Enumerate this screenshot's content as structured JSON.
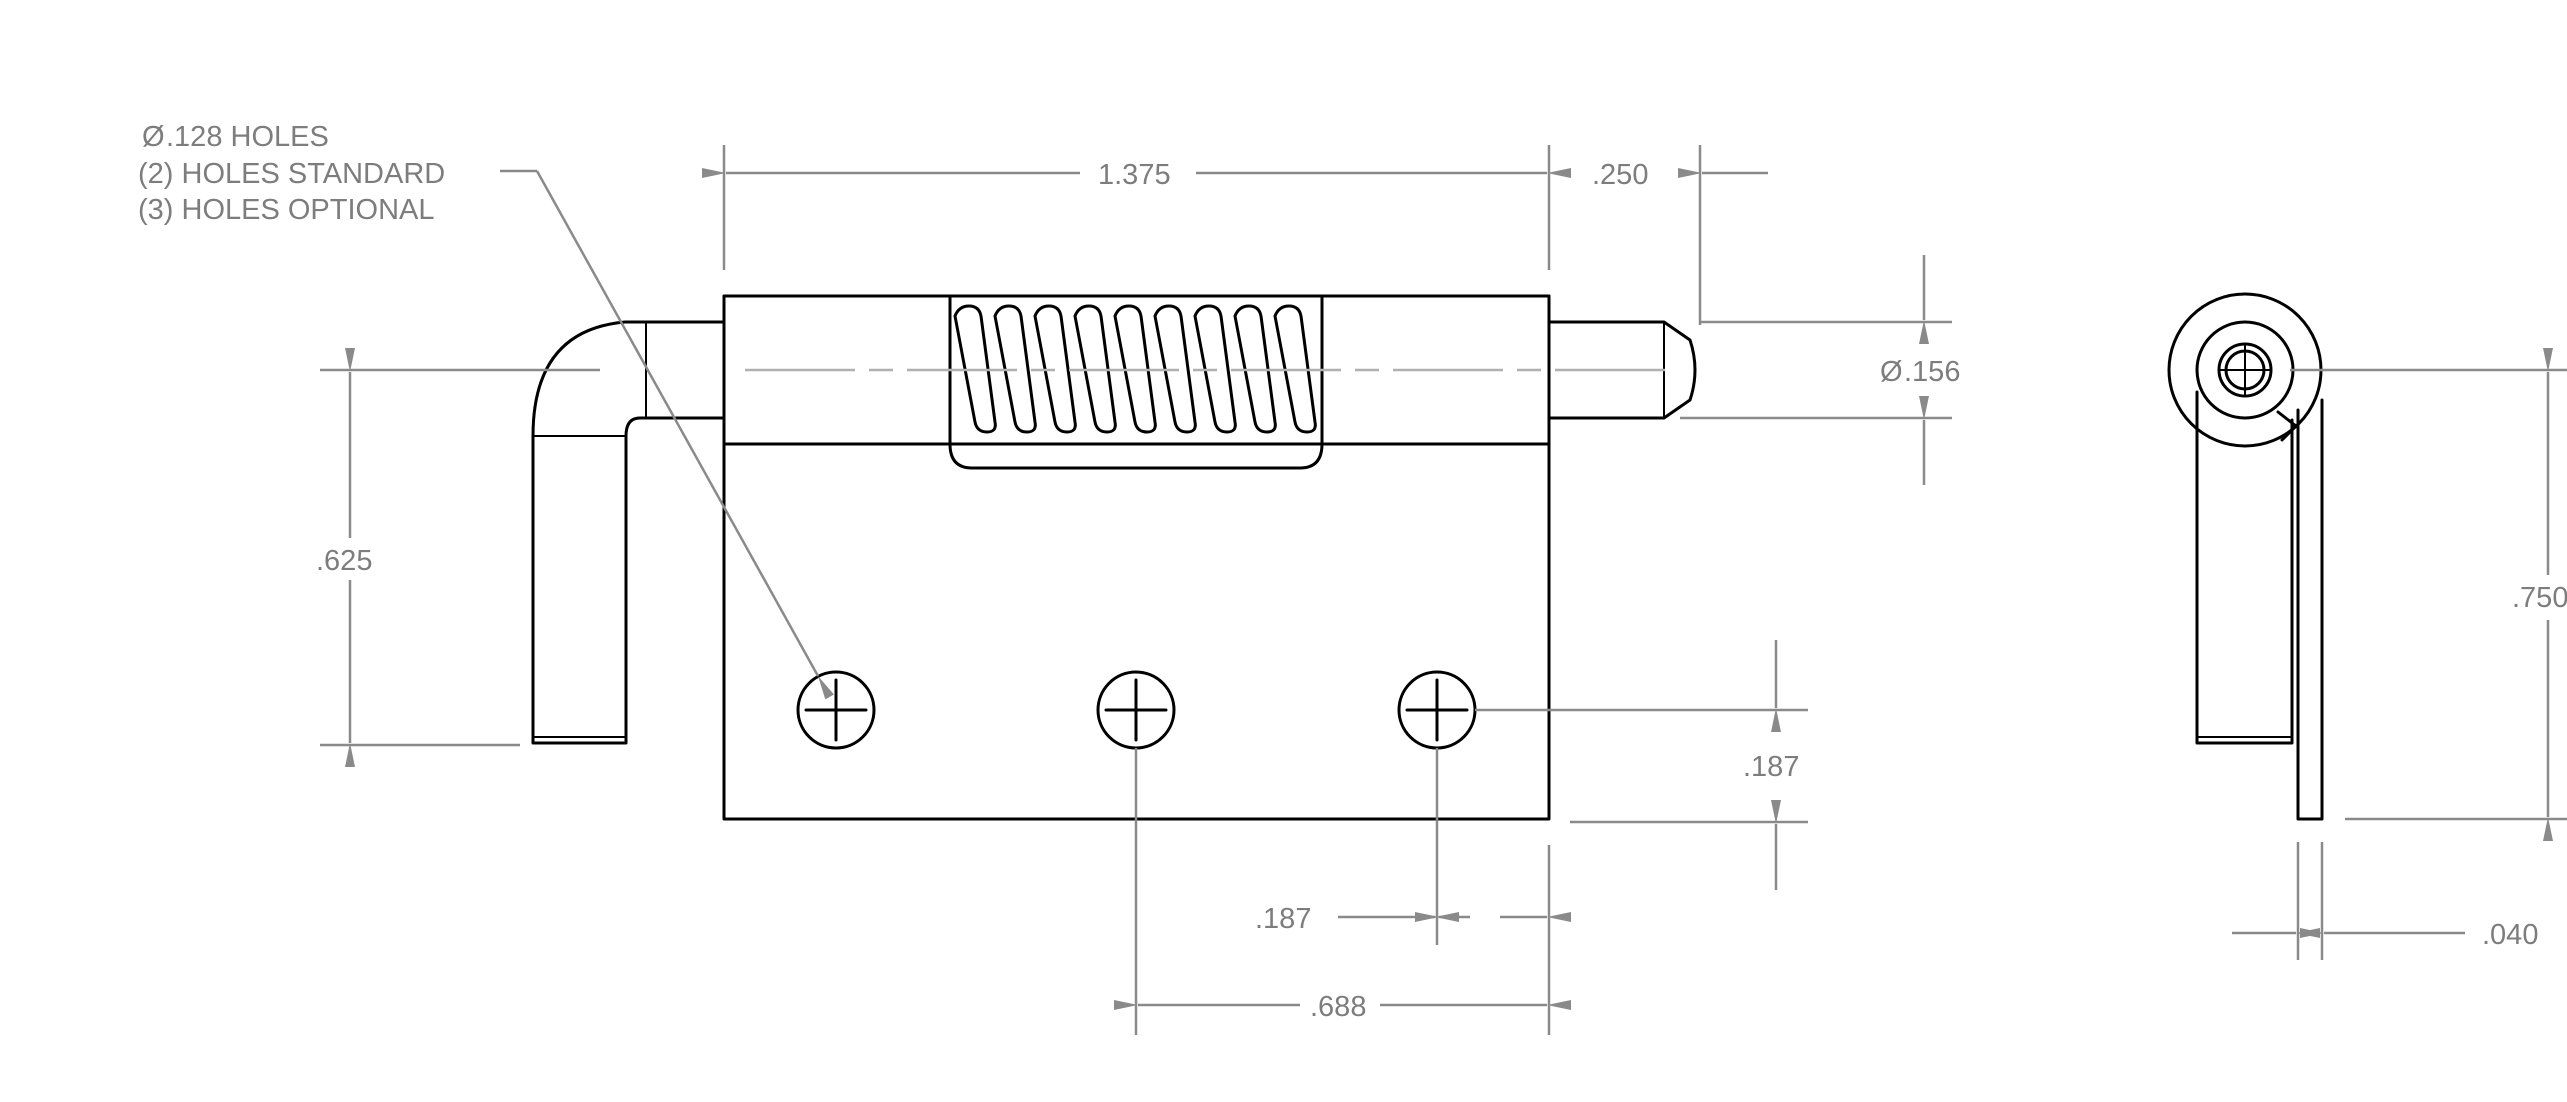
{
  "note": {
    "symbol": "Ø",
    "line1": ".128 HOLES",
    "line2": "(2) HOLES STANDARD",
    "line3": "(3) HOLES OPTIONAL"
  },
  "dimensions": {
    "overall_width": "1.375",
    "pin_extension": ".250",
    "pin_diameter_symbol": "Ø",
    "pin_diameter": ".156",
    "hole_height": ".625",
    "hole_edge_distance": ".187",
    "hole_end_distance": ".187",
    "hole_spacing": ".688",
    "side_height": ".750",
    "thickness": ".040"
  },
  "colors": {
    "geometry": "#000000",
    "dimension": "#8a8a8a",
    "text": "#7d7d7d",
    "centerline": "#b0b0b0"
  }
}
